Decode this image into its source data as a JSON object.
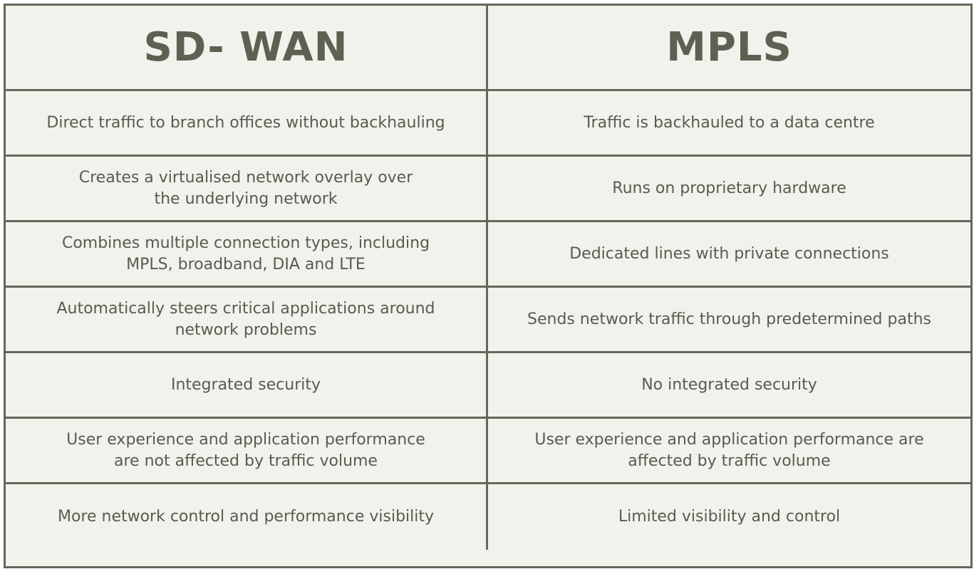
{
  "comparison_table": {
    "headers": [
      "SD- WAN",
      "MPLS"
    ],
    "rows": [
      [
        "Direct traffic to branch offices without backhauling",
        "Traffic is backhauled to a data centre"
      ],
      [
        "Creates a virtualised network overlay over\nthe underlying network",
        "Runs on proprietary hardware"
      ],
      [
        "Combines multiple connection types, including\nMPLS, broadband, DIA and LTE",
        "Dedicated lines with private connections"
      ],
      [
        "Automatically steers critical applications around\nnetwork problems",
        "Sends network traffic through predetermined paths"
      ],
      [
        "Integrated security",
        "No integrated security"
      ],
      [
        "User experience and application performance\nare not affected by traffic volume",
        "User experience and application performance are\naffected by traffic volume"
      ],
      [
        "More network control and performance visibility",
        "Limited visibility and control"
      ]
    ]
  },
  "colors": {
    "background": "#f2f1eb",
    "border": "#66665a",
    "text": "#5a5a50"
  }
}
